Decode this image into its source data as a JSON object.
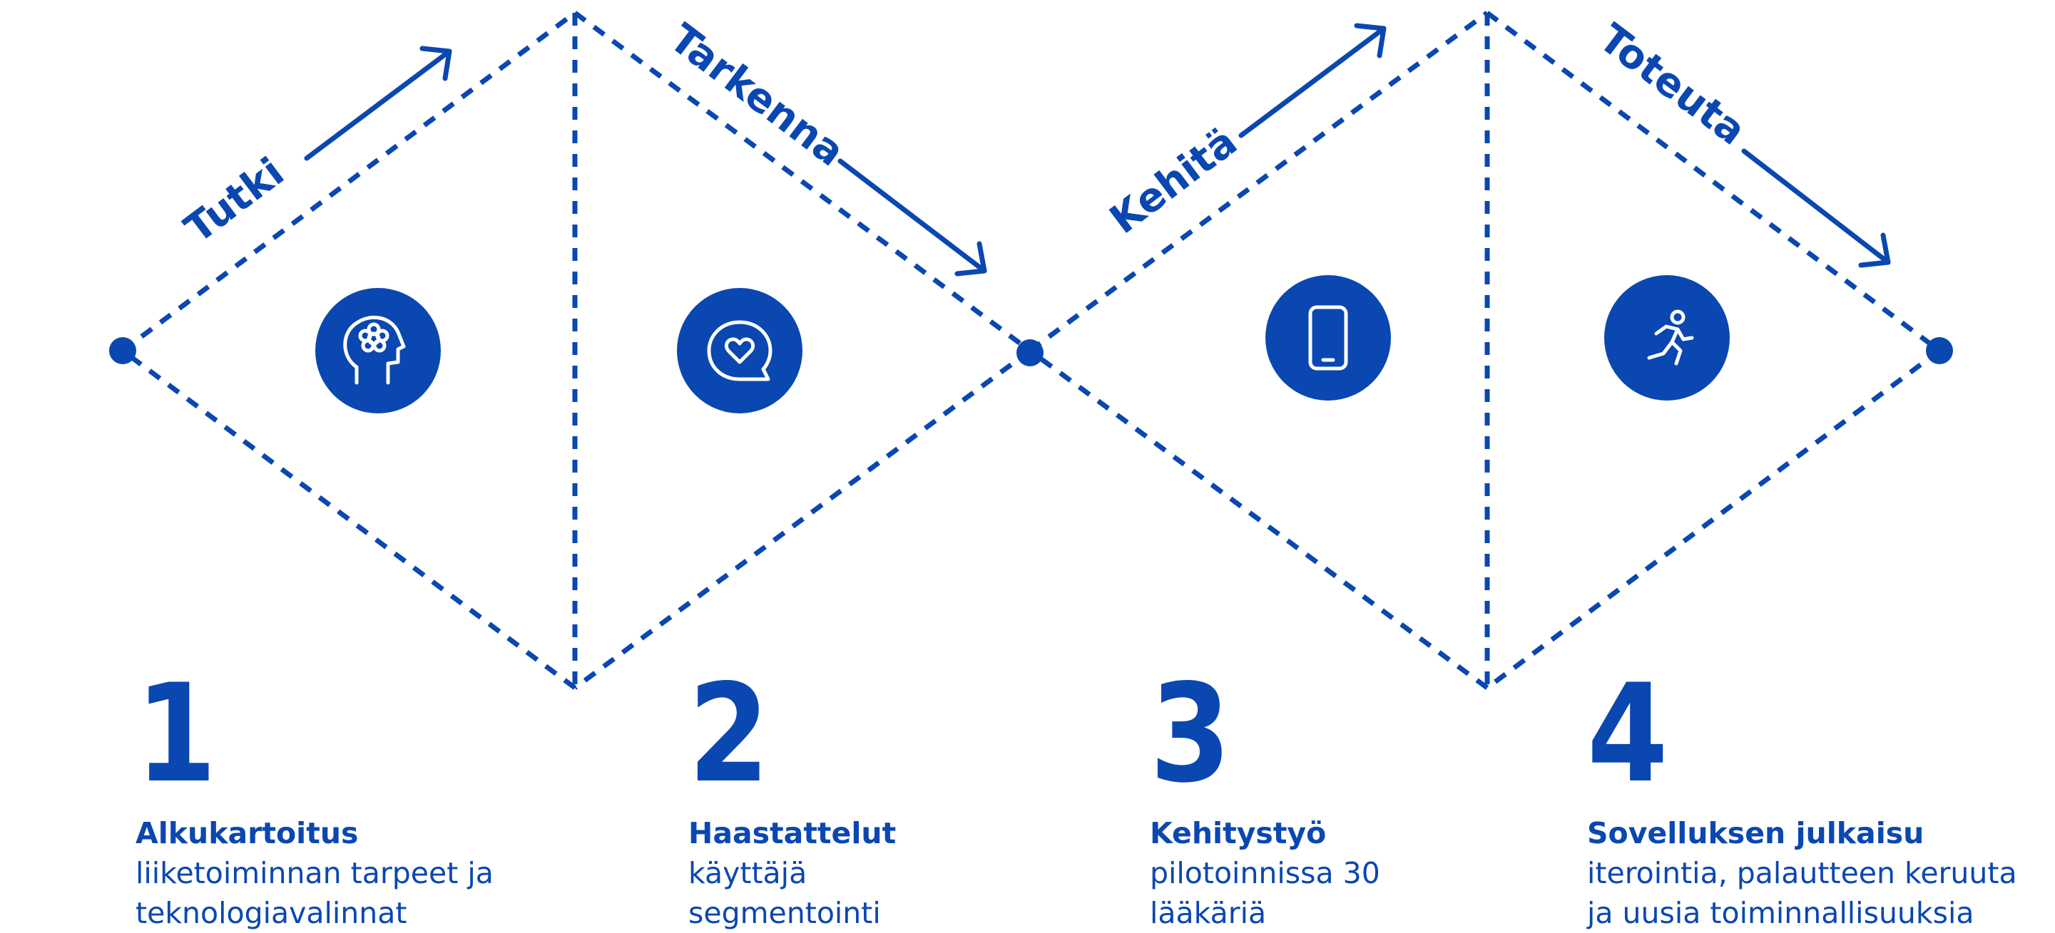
{
  "colors": {
    "brand": "#0a47b1",
    "background": "#ffffff",
    "icon_fg": "#ffffff"
  },
  "phases": [
    {
      "label": "Tutki",
      "direction": "up"
    },
    {
      "label": "Tarkenna",
      "direction": "down"
    },
    {
      "label": "Kehitä",
      "direction": "up"
    },
    {
      "label": "Toteuta",
      "direction": "down"
    }
  ],
  "icons": [
    "head-flower-icon",
    "heart-speech-bubble-icon",
    "smartphone-icon",
    "running-person-icon"
  ],
  "steps": [
    {
      "number": "1",
      "title": "Alkukartoitus",
      "desc": [
        "liiketoiminnan tarpeet ja",
        "teknologiavalinnat"
      ]
    },
    {
      "number": "2",
      "title": "Haastattelut",
      "desc": [
        "käyttäjä",
        "segmentointi"
      ]
    },
    {
      "number": "3",
      "title": "Kehitystyö",
      "desc": [
        "pilotoinnissa 30",
        "lääkäriä"
      ]
    },
    {
      "number": "4",
      "title": "Sovelluksen julkaisu",
      "desc": [
        "iterointia, palautteen keruuta",
        "ja uusia toiminnallisuuksia"
      ]
    }
  ]
}
